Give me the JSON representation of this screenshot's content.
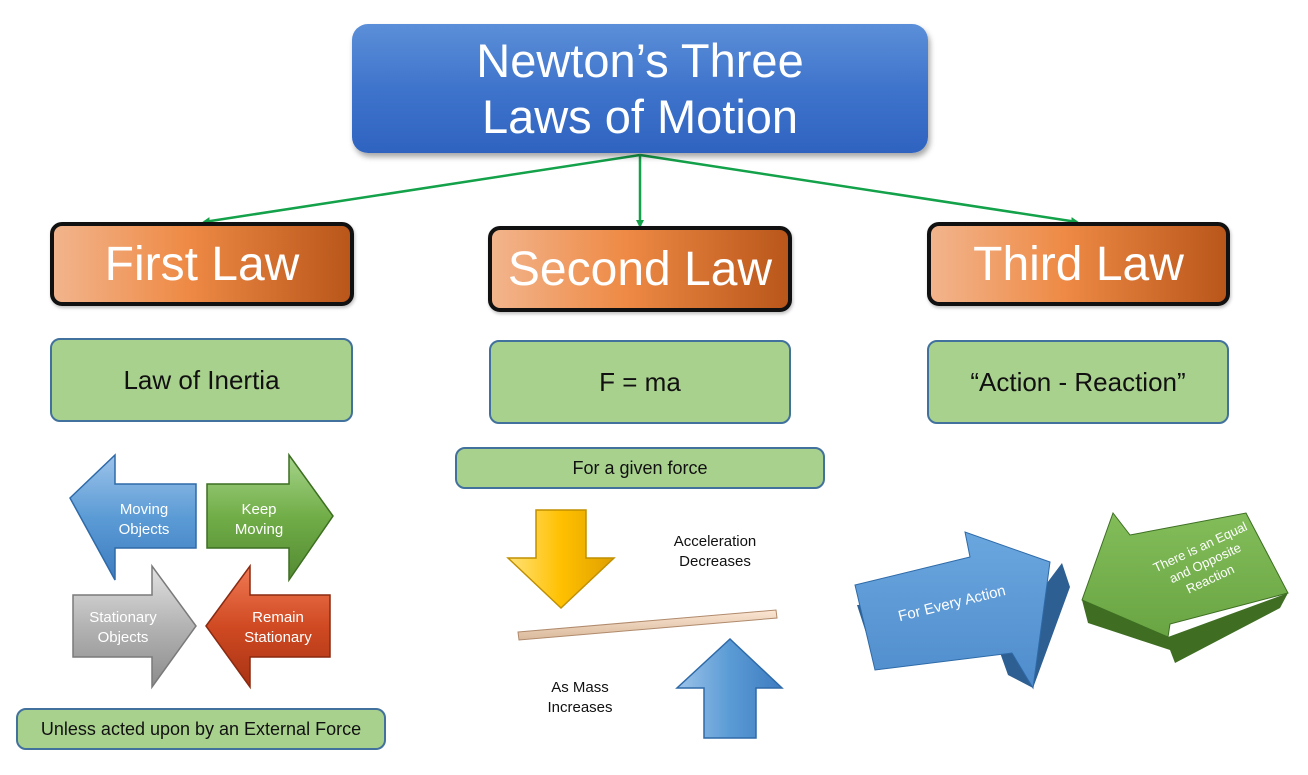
{
  "title": {
    "line1": "Newton’s Three",
    "line2": "Laws of Motion"
  },
  "laws": [
    {
      "name": "First Law",
      "subtitle": "Law of Inertia"
    },
    {
      "name": "Second Law",
      "subtitle": "F = ma"
    },
    {
      "name": "Third Law",
      "subtitle": "“Action - Reaction”"
    }
  ],
  "first_law": {
    "arrows": {
      "moving_objects": [
        "Moving",
        "Objects"
      ],
      "keep_moving": [
        "Keep",
        "Moving"
      ],
      "stationary_objects": [
        "Stationary",
        "Objects"
      ],
      "remain_stationary": [
        "Remain",
        "Stationary"
      ]
    },
    "condition": "Unless acted upon by an External Force"
  },
  "second_law": {
    "given": "For a given force",
    "acceleration": [
      "Acceleration",
      "Decreases"
    ],
    "mass": [
      "As Mass",
      "Increases"
    ]
  },
  "third_law": {
    "action": "For Every Action",
    "reaction": [
      "There is an Equal",
      "and Opposite",
      "Reaction"
    ]
  },
  "colors": {
    "title_blue": "#3f74cc",
    "law_orange": "#ee8a45",
    "box_green": "#a9d18e",
    "connector_green": "#13a14a",
    "arrow_blue": "#5b9bd5",
    "arrow_green": "#70ad47",
    "arrow_gray": "#a5a5a5",
    "arrow_red": "#c43e1c",
    "arrow_yellow": "#ffc000"
  }
}
